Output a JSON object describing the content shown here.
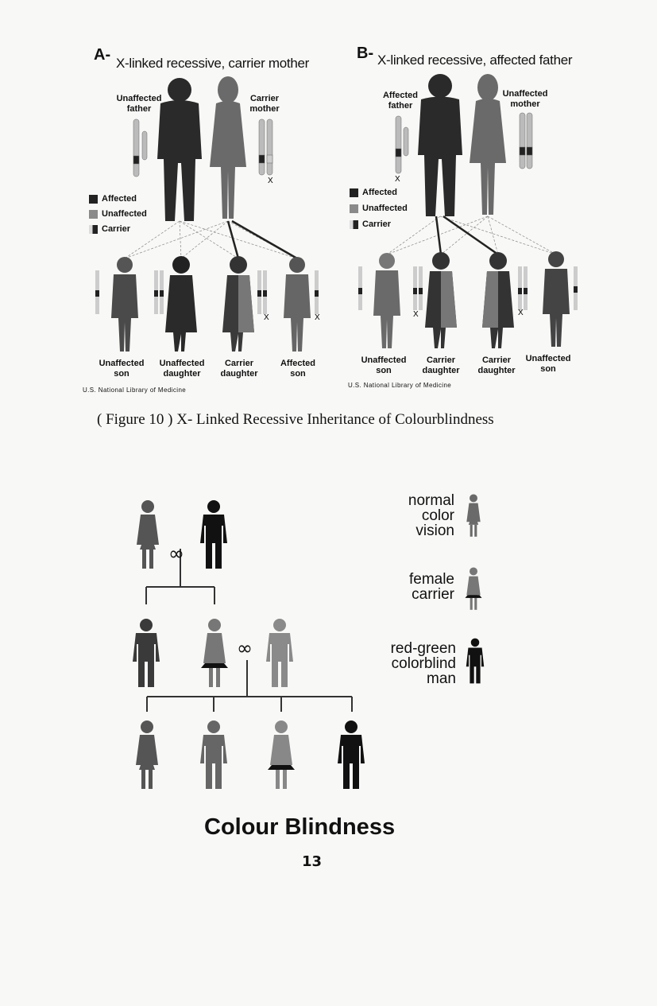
{
  "panel_a": {
    "letter": "A-",
    "title": "X-linked recessive, carrier mother",
    "father_label": [
      "Unaffected",
      "father"
    ],
    "mother_label": [
      "Carrier",
      "mother"
    ],
    "key": [
      {
        "label": "Affected",
        "color": "#222222"
      },
      {
        "label": "Unaffected",
        "color": "#8a8a8a"
      },
      {
        "label": "Carrier",
        "color": "#444444"
      }
    ],
    "children": [
      {
        "line1": "Unaffected",
        "line2": "son"
      },
      {
        "line1": "Unaffected",
        "line2": "daughter"
      },
      {
        "line1": "Carrier",
        "line2": "daughter"
      },
      {
        "line1": "Affected",
        "line2": "son"
      }
    ],
    "credit": "U.S. National Library of Medicine",
    "x_mark": "X"
  },
  "panel_b": {
    "letter": "B-",
    "title": "X-linked recessive, affected father",
    "father_label": [
      "Affected",
      "father"
    ],
    "mother_label": [
      "Unaffected",
      "mother"
    ],
    "key": [
      {
        "label": "Affected",
        "color": "#222222"
      },
      {
        "label": "Unaffected",
        "color": "#8a8a8a"
      },
      {
        "label": "Carrier",
        "color": "#444444"
      }
    ],
    "children": [
      {
        "line1": "Unaffected",
        "line2": "son"
      },
      {
        "line1": "Carrier",
        "line2": "daughter"
      },
      {
        "line1": "Carrier",
        "line2": "daughter"
      },
      {
        "line1": "Unaffected",
        "line2": "son"
      }
    ],
    "credit": "U.S. National Library of Medicine",
    "x_mark": "X"
  },
  "caption": "( Figure 10 ) X- Linked Recessive Inheritance of Colourblindness",
  "pedigree": {
    "symbol": "∞",
    "legend": [
      {
        "lines": [
          "normal",
          "color",
          "vision"
        ]
      },
      {
        "lines": [
          "female",
          "carrier"
        ]
      },
      {
        "lines": [
          "red-green",
          "colorblind",
          "man"
        ]
      }
    ],
    "title": "Colour Blindness"
  },
  "page_number": "13",
  "colors": {
    "affected": "#1a1a1a",
    "unaffected": "#7a7a7a",
    "carrier_dark": "#2a2a2a"
  }
}
